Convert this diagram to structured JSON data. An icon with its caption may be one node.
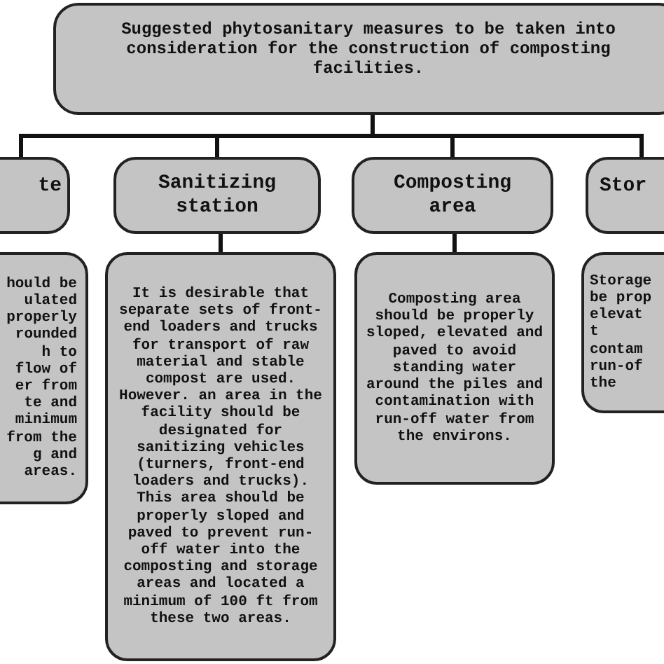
{
  "diagram": {
    "nodes": [
      {
        "text": [
          "Suggested phytosanitary measures to be taken into consideration for the construction of composting facilities."
        ]
      },
      {
        "text": [
          "te"
        ]
      },
      {
        "text": [
          "hould be ulated properly rounded h to flow of er from te and minimum from the g and areas."
        ]
      },
      {
        "text": [
          "Sanitizing station"
        ]
      },
      {
        "text": [
          "It is desirable that separate sets of front- end loaders and trucks for transport of raw material and stable compost are used. However. an area in the facility should be designated for sanitizing vehicles (turners, front-end loaders and trucks). This area should be properly sloped and paved to prevent run-off water into the composting and storage areas and located a minimum of 100 ft from these two areas."
        ]
      },
      {
        "text": [
          "Composting area"
        ]
      },
      {
        "text": [
          "Composting area should be properly sloped, elevated and paved to avoid standing water around the piles and contamination with run-off water from the environs."
        ]
      },
      {
        "text": [
          "Stor"
        ]
      },
      {
        "text": [
          "Storage be prop elevat t contam run-of the"
        ]
      }
    ],
    "edges": [
      {
        "from": 0,
        "to": 1,
        "arrow": "none"
      },
      {
        "from": 0,
        "to": 3,
        "arrow": "none"
      },
      {
        "from": 0,
        "to": 5,
        "arrow": "none"
      },
      {
        "from": 0,
        "to": 7,
        "arrow": "none"
      },
      {
        "from": 3,
        "to": 4,
        "arrow": "none"
      },
      {
        "from": 5,
        "to": 6,
        "arrow": "none"
      }
    ]
  }
}
